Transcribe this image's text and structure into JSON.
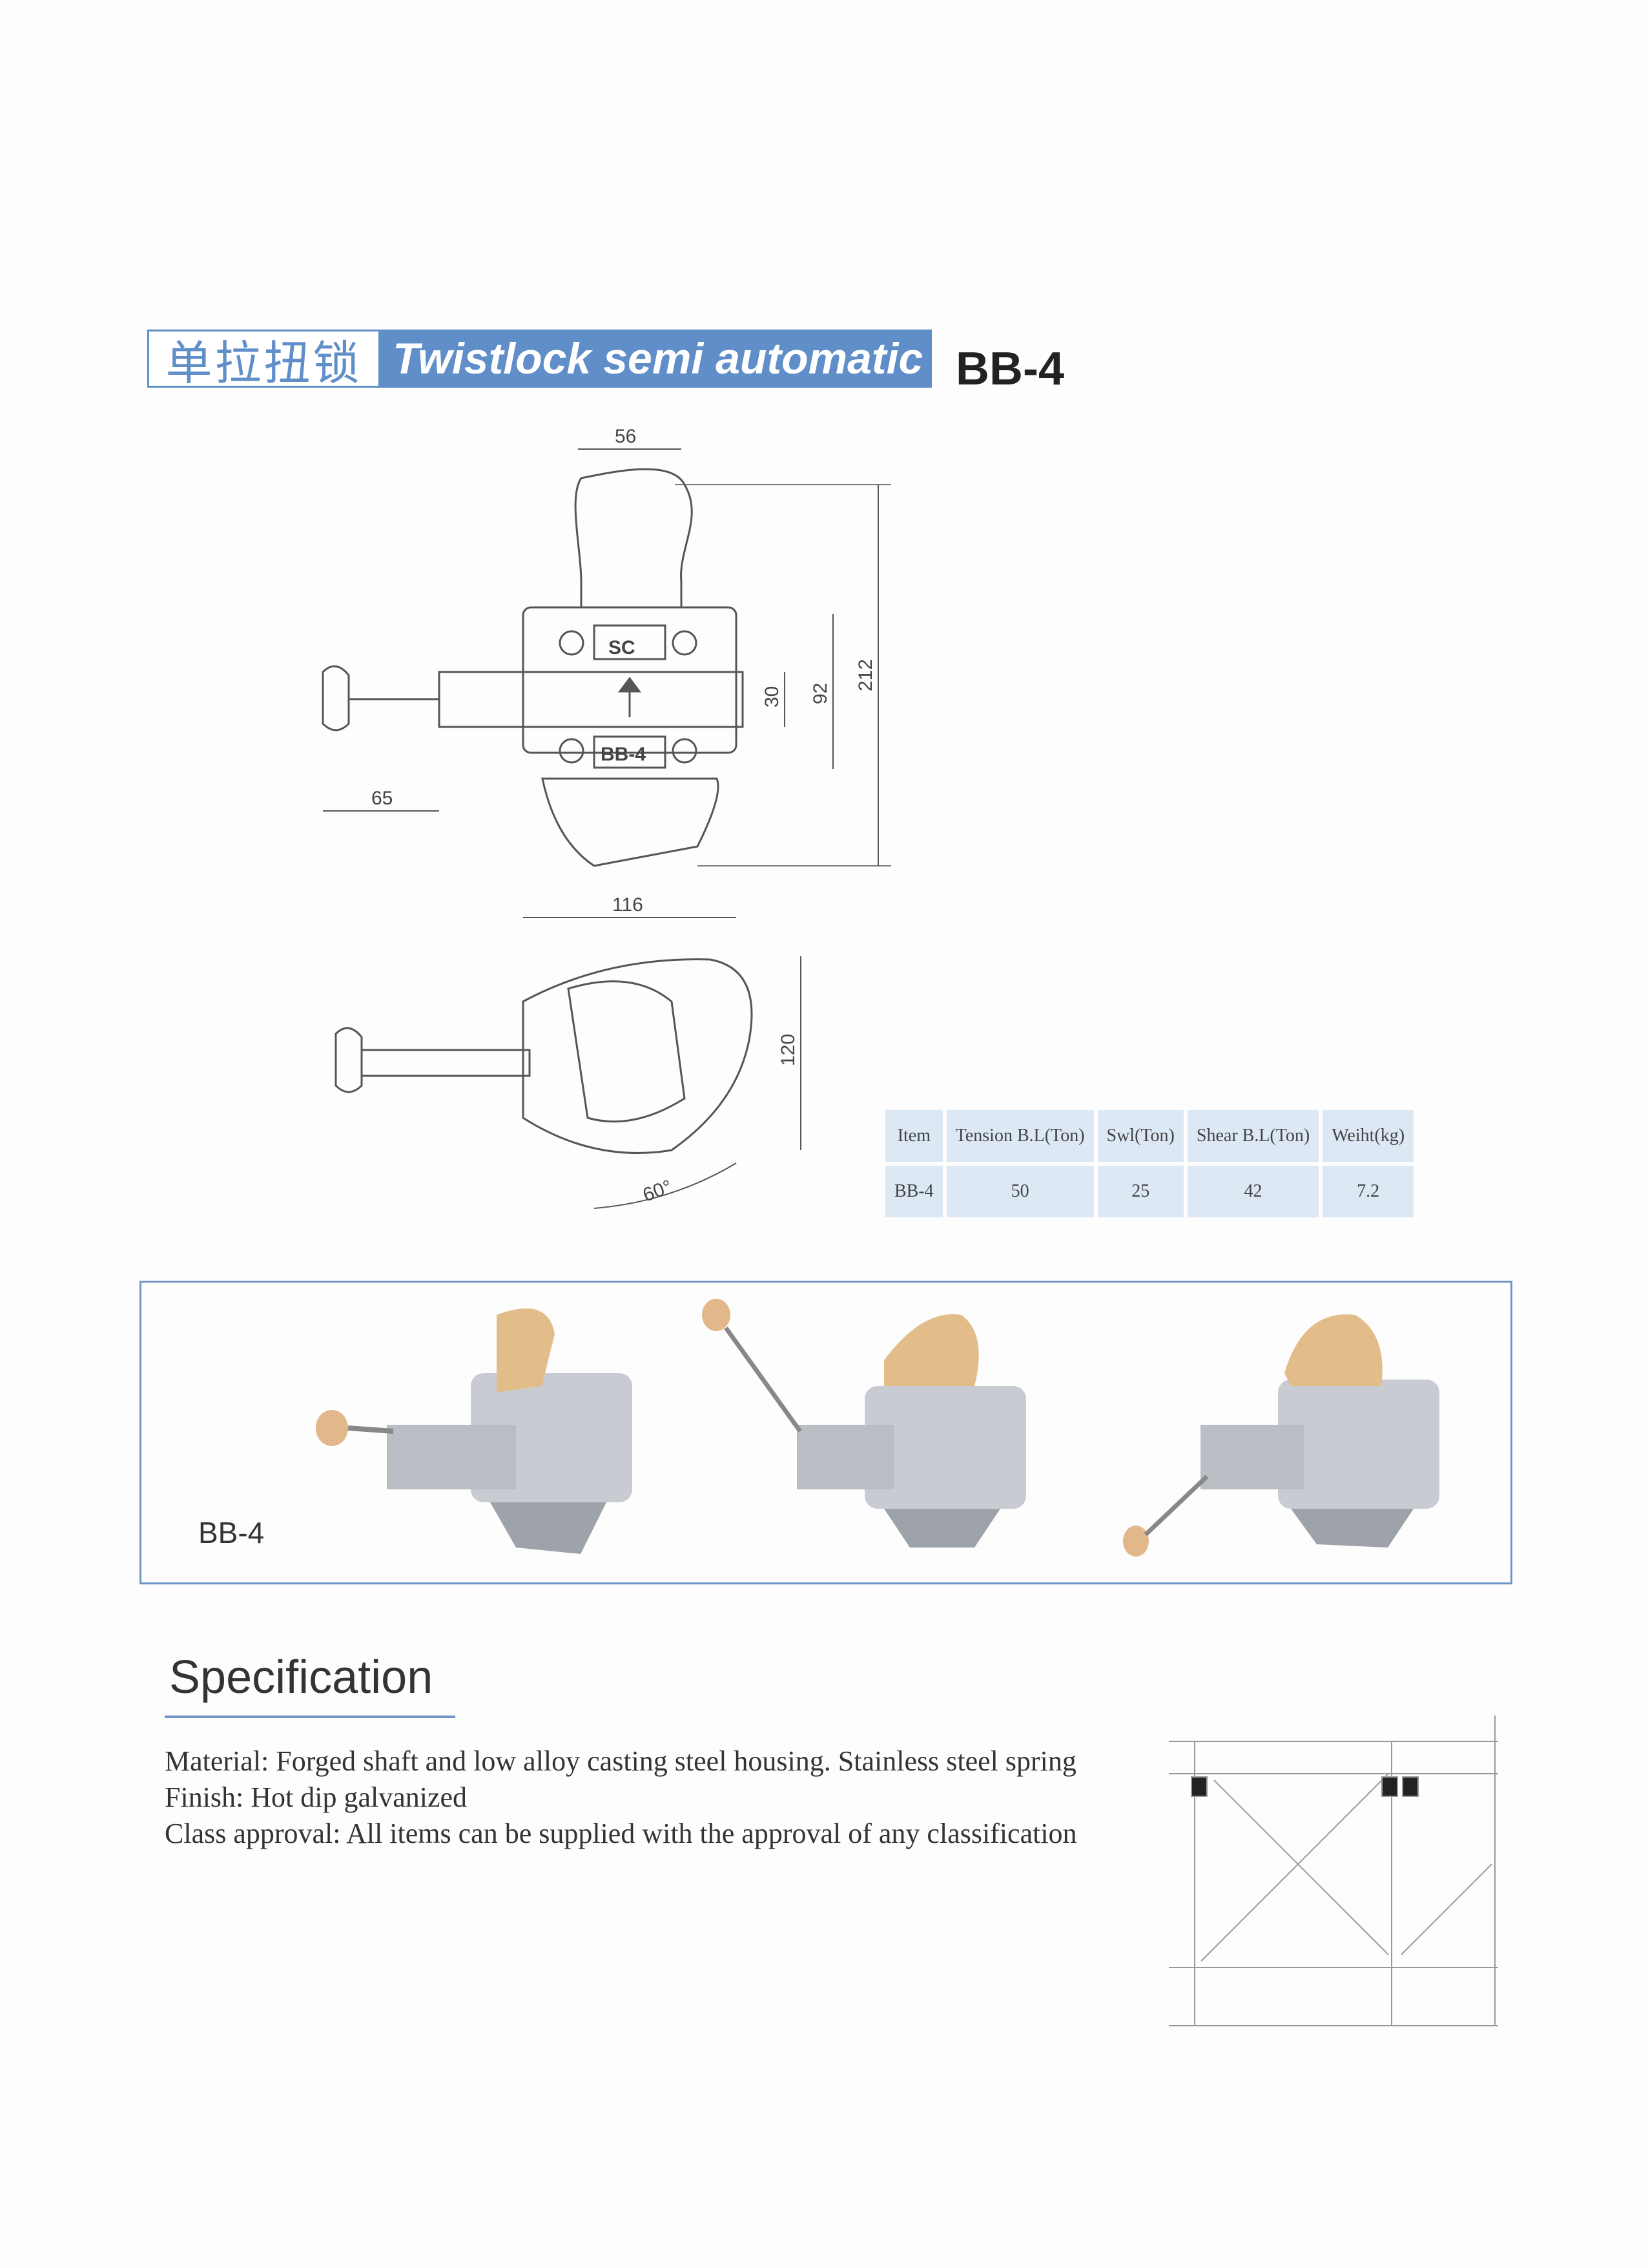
{
  "header": {
    "title_cn": "单拉扭锁",
    "title_en": "Twistlock semi automatic",
    "model": "BB-4"
  },
  "drawing": {
    "dim_width_top": "56",
    "dim_height_total": "212",
    "dim_body_height": "92",
    "dim_shaft": "30",
    "dim_handle": "65",
    "dim_width_side": "116",
    "dim_height_side": "120",
    "angle": "60°",
    "logo": "SC",
    "body_label": "BB-4"
  },
  "table": {
    "headers": [
      "Item",
      "Tension B.L(Ton)",
      "Swl(Ton)",
      "Shear B.L(Ton)",
      "Weiht(kg)"
    ],
    "rows": [
      [
        "BB-4",
        "50",
        "25",
        "42",
        "7.2"
      ]
    ]
  },
  "photos": {
    "label": "BB-4"
  },
  "specification": {
    "title": "Specification",
    "lines": [
      "Material: Forged shaft and low alloy casting steel housing. Stainless steel spring",
      "Finish: Hot dip galvanized",
      "Class approval: All items can be supplied with the approval of any classification"
    ]
  },
  "colors": {
    "accent": "#5f8ec8",
    "table_bg": "#dde8f5"
  }
}
